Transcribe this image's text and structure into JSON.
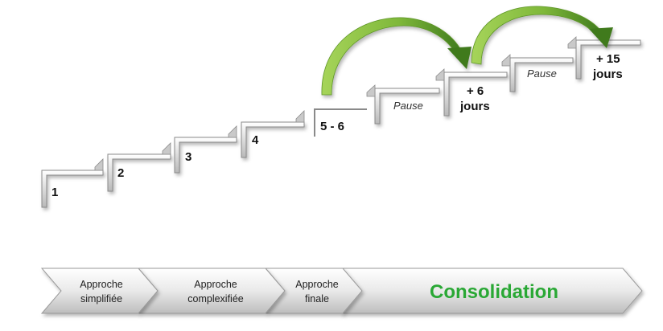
{
  "steps": [
    {
      "label": "1"
    },
    {
      "label": "2"
    },
    {
      "label": "3"
    },
    {
      "label": "4"
    },
    {
      "label": "5 - 6"
    },
    {
      "label": "Pause"
    },
    {
      "label": "+ 6",
      "label2": "jours"
    },
    {
      "label": "Pause"
    },
    {
      "label": "+ 15",
      "label2": "jours"
    }
  ],
  "phases": [
    {
      "line1": "Approche",
      "line2": "simplifiée"
    },
    {
      "line1": "Approche",
      "line2": "complexifiée"
    },
    {
      "line1": "Approche",
      "line2": "finale"
    },
    {
      "line1": "Consolidation",
      "line2": ""
    }
  ],
  "colors": {
    "arrow_green": "#8cc63f",
    "arrow_green_dark": "#3f7a1e",
    "consolidation_text": "#2aa836",
    "step_gray": "#9a9a9a"
  }
}
